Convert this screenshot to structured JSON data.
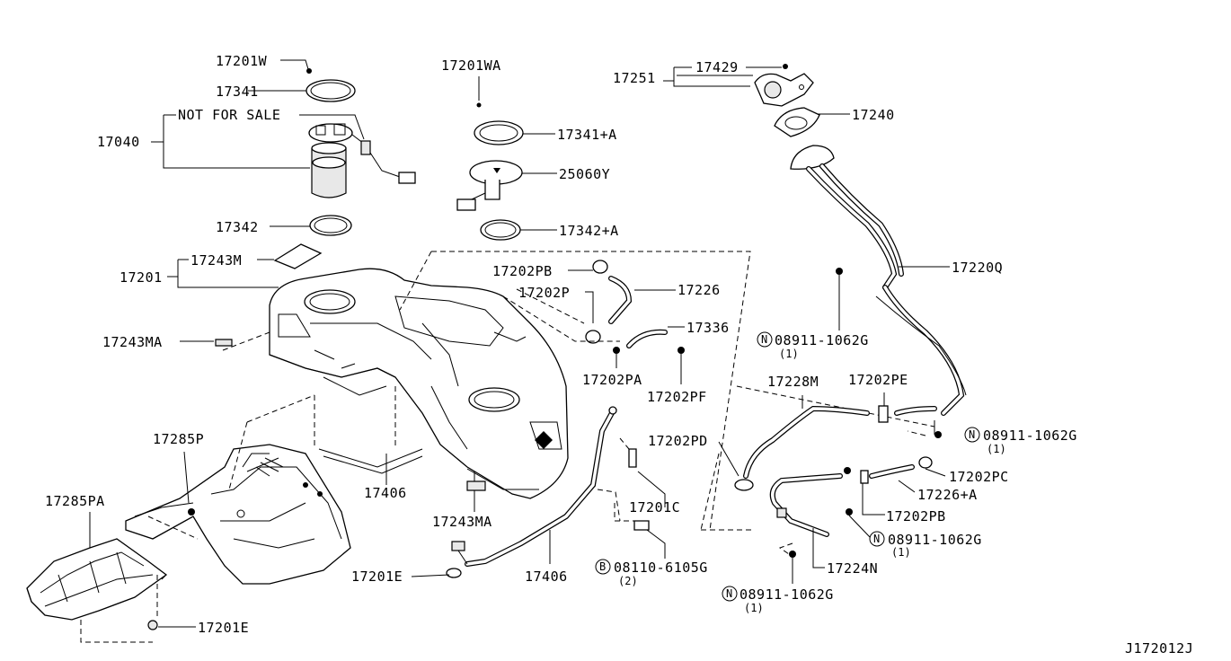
{
  "diagram_id": "J172012J",
  "labels": {
    "p17201W": "17201W",
    "p17341": "17341",
    "not_for_sale": "NOT FOR SALE",
    "p17040": "17040",
    "p17342": "17342",
    "p17243M": "17243M",
    "p17201": "17201",
    "p17243MA_1": "17243MA",
    "p17201WA": "17201WA",
    "p17341A": "17341+A",
    "p25060Y": "25060Y",
    "p17342A": "17342+A",
    "p17251": "17251",
    "p17429": "17429",
    "p17240": "17240",
    "p17220Q": "17220Q",
    "p17202PB_1": "17202PB",
    "p17202P": "17202P",
    "p17226": "17226",
    "p17336": "17336",
    "p17202PA": "17202PA",
    "p17202PF": "17202PF",
    "n08911_a": "08911-1062G",
    "n08911_a_qty": "(1)",
    "p17228M": "17228M",
    "p17202PE": "17202PE",
    "n08911_b": "08911-1062G",
    "n08911_b_qty": "(1)",
    "p17202PD": "17202PD",
    "p17202PC": "17202PC",
    "p17226A": "17226+A",
    "p17202PB_2": "17202PB",
    "n08911_c": "08911-1062G",
    "n08911_c_qty": "(1)",
    "p17224N": "17224N",
    "n08911_d": "08911-1062G",
    "n08911_d_qty": "(1)",
    "p17285P": "17285P",
    "p17285PA": "17285PA",
    "p17406_1": "17406",
    "p17243MA_2": "17243MA",
    "p17201C": "17201C",
    "b08110": "08110-6105G",
    "b08110_qty": "(2)",
    "p17201E_1": "17201E",
    "p17406_2": "17406",
    "p17201E_2": "17201E",
    "symbol_n": "N",
    "symbol_b": "B"
  }
}
